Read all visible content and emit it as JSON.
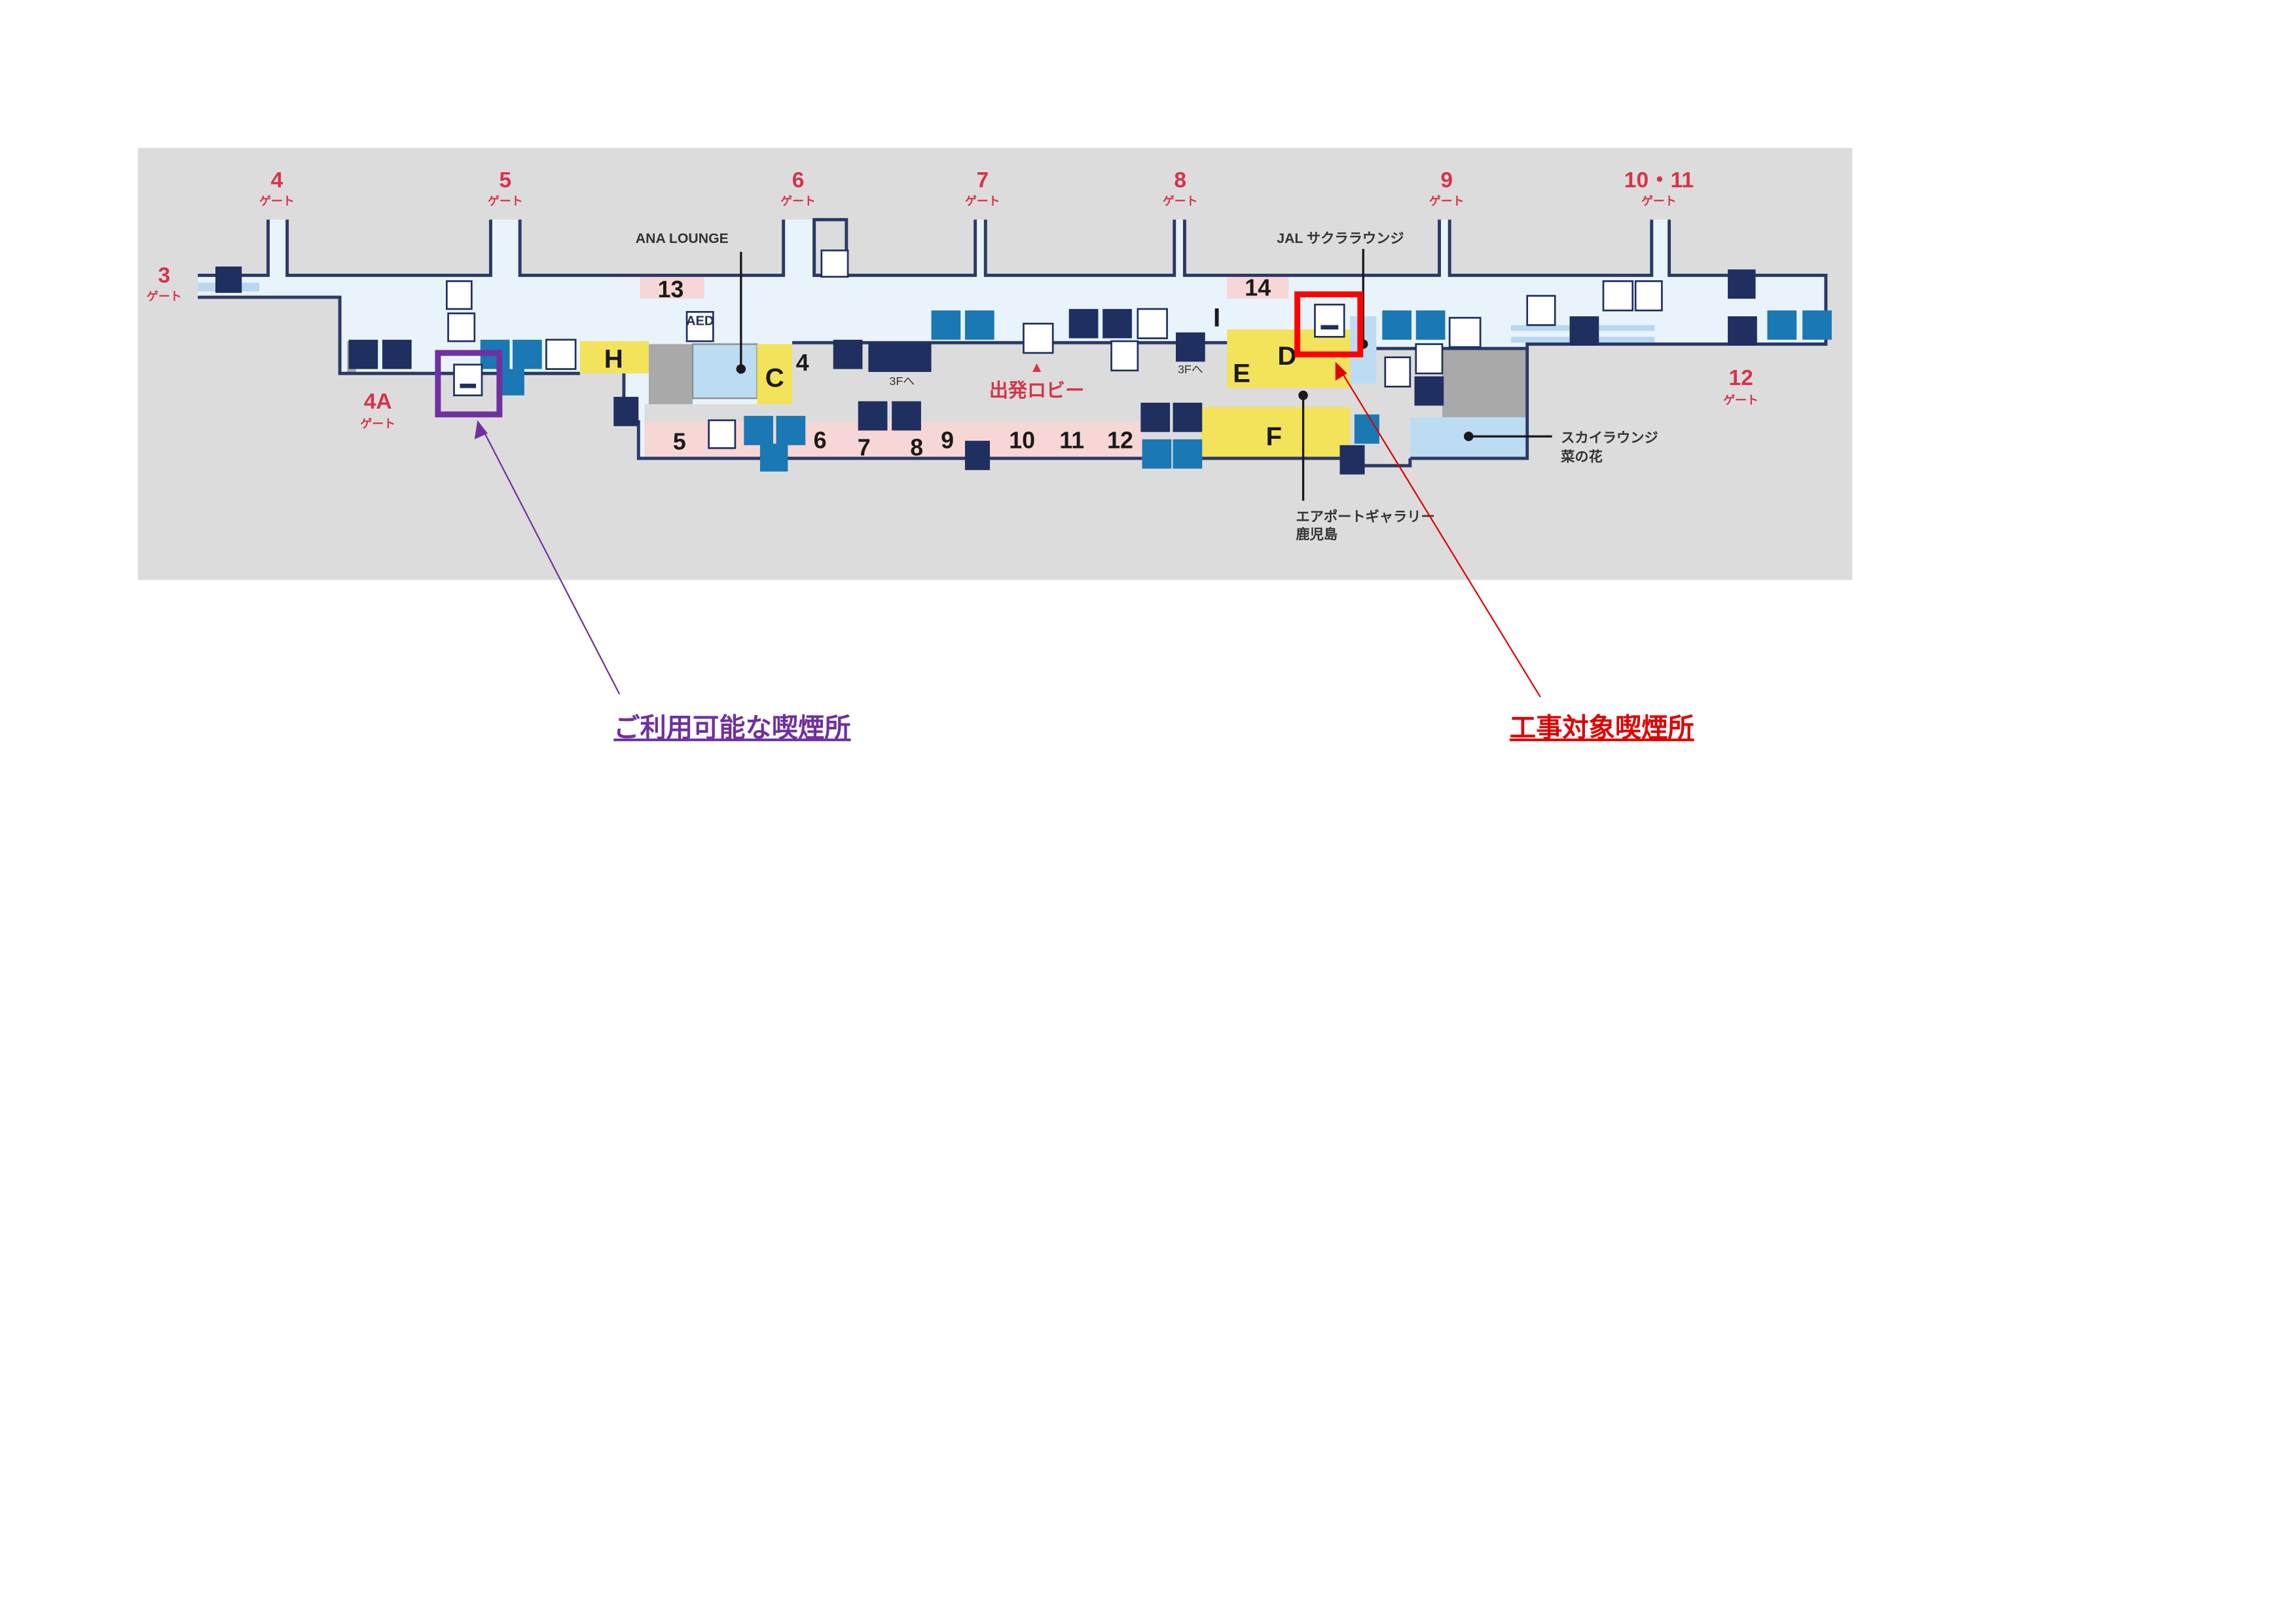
{
  "gates": {
    "g3": {
      "num": "3",
      "sub": "ゲート"
    },
    "g4": {
      "num": "4",
      "sub": "ゲート"
    },
    "g4a": {
      "num": "4A",
      "sub": "ゲート"
    },
    "g5": {
      "num": "5",
      "sub": "ゲート"
    },
    "g6": {
      "num": "6",
      "sub": "ゲート"
    },
    "g7": {
      "num": "7",
      "sub": "ゲート"
    },
    "g8": {
      "num": "8",
      "sub": "ゲート"
    },
    "g9": {
      "num": "9",
      "sub": "ゲート"
    },
    "g10_11": {
      "num": "10・11",
      "sub": "ゲート"
    },
    "g12": {
      "num": "12",
      "sub": "ゲート"
    }
  },
  "labels": {
    "ana_lounge": "ANA LOUNGE",
    "jal_lounge": "JAL サクララウンジ",
    "sky_lounge_1": "スカイラウンジ",
    "sky_lounge_2": "菜の花",
    "gallery_1": "エアポートギャラリー",
    "gallery_2": "鹿児島",
    "departure_lobby": "出発ロビー",
    "arrow_up": "▲",
    "to_3f_1": "3Fへ",
    "to_3f_2": "3Fへ"
  },
  "shops": {
    "h": "H",
    "c": "C",
    "d": "D",
    "e": "E",
    "f": "F",
    "i": "I"
  },
  "spots": {
    "n13": "13",
    "n14": "14",
    "n4": "4",
    "n5": "5",
    "n6": "6",
    "n7": "7",
    "n8": "8",
    "n9": "9",
    "n10": "10",
    "n11": "11",
    "n12": "12"
  },
  "icon_glyphs": {
    "aed": "AED"
  },
  "captions": {
    "available": "ご利用可能な喫煙所",
    "construction": "工事対象喫煙所"
  },
  "colors": {
    "available": "#7030a0",
    "construction": "#e00000",
    "shop": "#f3e35a",
    "lounge": "#bcdcf2",
    "gate_text": "#d8324a"
  }
}
